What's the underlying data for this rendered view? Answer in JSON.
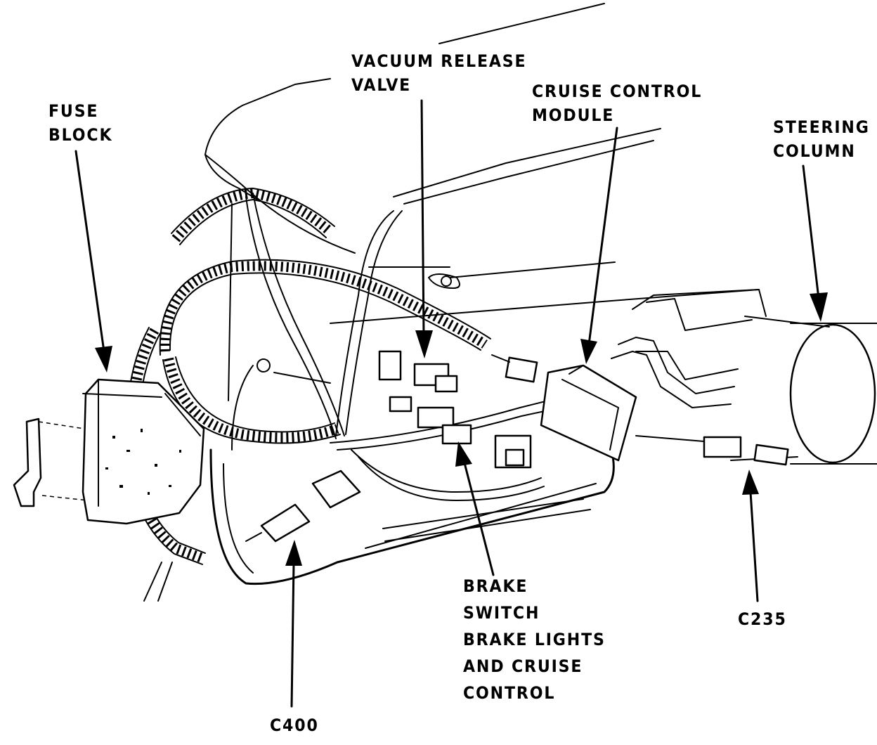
{
  "labels": {
    "vacuum_release_valve": [
      "VACUUM RELEASE",
      "VALVE"
    ],
    "cruise_control_module": [
      "CRUISE CONTROL",
      "MODULE"
    ],
    "fuse_block": [
      "FUSE",
      "BLOCK"
    ],
    "steering_column": [
      "STEERING",
      "COLUMN"
    ],
    "brake_switch": [
      "BRAKE",
      "SWITCH",
      "BRAKE LIGHTS",
      "AND CRUISE",
      "CONTROL"
    ],
    "c235": "C235",
    "c400": "C400"
  },
  "colors": {
    "ink": "#000000",
    "paper": "#ffffff"
  }
}
